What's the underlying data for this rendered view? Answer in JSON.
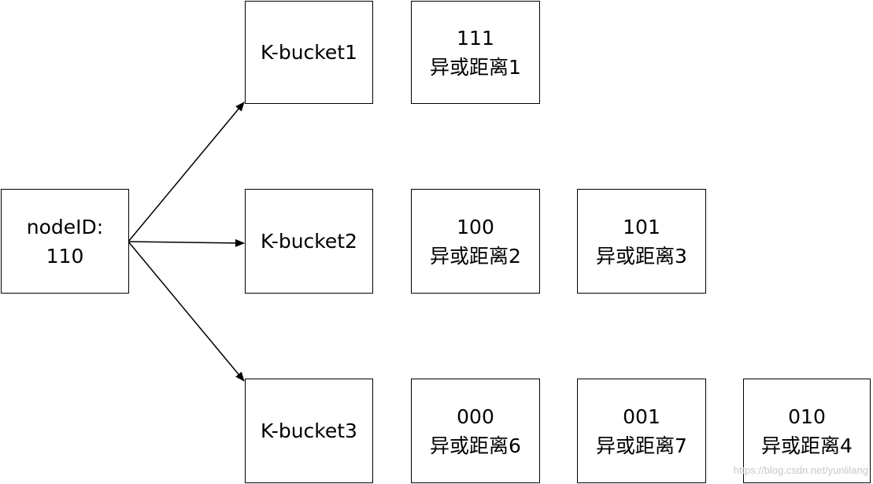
{
  "node": {
    "line1": "nodeID:",
    "line2": "110"
  },
  "buckets": [
    {
      "label": "K-bucket1"
    },
    {
      "label": "K-bucket2"
    },
    {
      "label": "K-bucket3"
    }
  ],
  "entries": [
    {
      "id": "111",
      "distance_label": "异或距离1"
    },
    {
      "id": "100",
      "distance_label": "异或距离2"
    },
    {
      "id": "101",
      "distance_label": "异或距离3"
    },
    {
      "id": "000",
      "distance_label": "异或距离6"
    },
    {
      "id": "001",
      "distance_label": "异或距离7"
    },
    {
      "id": "010",
      "distance_label": "异或距离4"
    }
  ],
  "watermark": "https://blog.csdn.net/yunlilang"
}
